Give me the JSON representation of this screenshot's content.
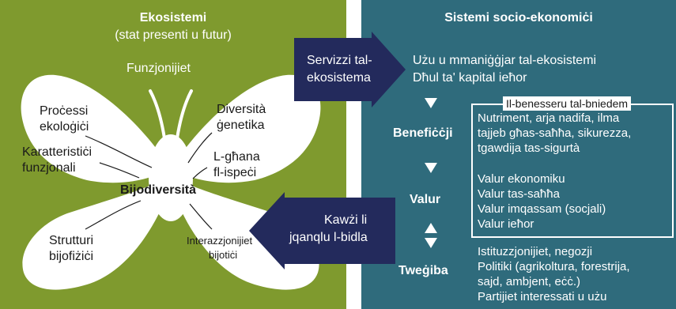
{
  "left_panel": {
    "title": "Ekosistemi",
    "subtitle": "(stat presenti u futur)",
    "funzjonijiet": "Funzjonijiet",
    "processi_1": "Proċessi",
    "processi_2": "ekoloġiċi",
    "karatteristici_1": "Karatteristiċi",
    "karatteristici_2": "funzjonali",
    "diversita_1": "Diversità",
    "diversita_2": "ġenetika",
    "ghana_1": "L-għana",
    "ghana_2": "fl-ispeċi",
    "bijodiversita": "Bijodiversità",
    "strutturi_1": "Strutturi",
    "strutturi_2": "bijofiżiċi",
    "interazz_1": "Interazzjonijiet",
    "interazz_2": "bijotiċi"
  },
  "arrows": {
    "servizzi_1": "Servizzi tal-",
    "servizzi_2": "ekosistema",
    "kawzi_1": "Kawżi li",
    "kawzi_2": "jqanqlu l-bidla"
  },
  "right_panel": {
    "title": "Sistemi socio-ekonomiċi",
    "uzu_1": "Użu u mmaniġġjar tal-ekosistemi",
    "uzu_2": "Dħul ta' kapital ieħor",
    "beneficcji": "Benefiċċji",
    "valur": "Valur",
    "tweghiba": "Tweġiba",
    "box_label": "Il-benesseru tal-bniedem",
    "benefits_1": "Nutriment, arja nadifa, ilma",
    "benefits_2": "tajjeb għas-saħħa, sikurezza,",
    "benefits_3": "tgawdija tas-sigurtà",
    "valur_1": "Valur ekonomiku",
    "valur_2": "Valur tas-saħħa",
    "valur_3": "Valur imqassam (socjali)",
    "valur_4": "Valur ieħor",
    "resp_1": "Istituzzjonijiet, negozji",
    "resp_2": "Politiki (agrikoltura, forestrija,",
    "resp_3": "sajd, ambjent, eċċ.)",
    "resp_4": "Partijiet interessati u użu"
  },
  "colors": {
    "left_bg": "#7f9a2e",
    "right_bg": "#2f6b7c",
    "arrow_fill": "#232a5c",
    "butterfly": "#ffffff"
  }
}
